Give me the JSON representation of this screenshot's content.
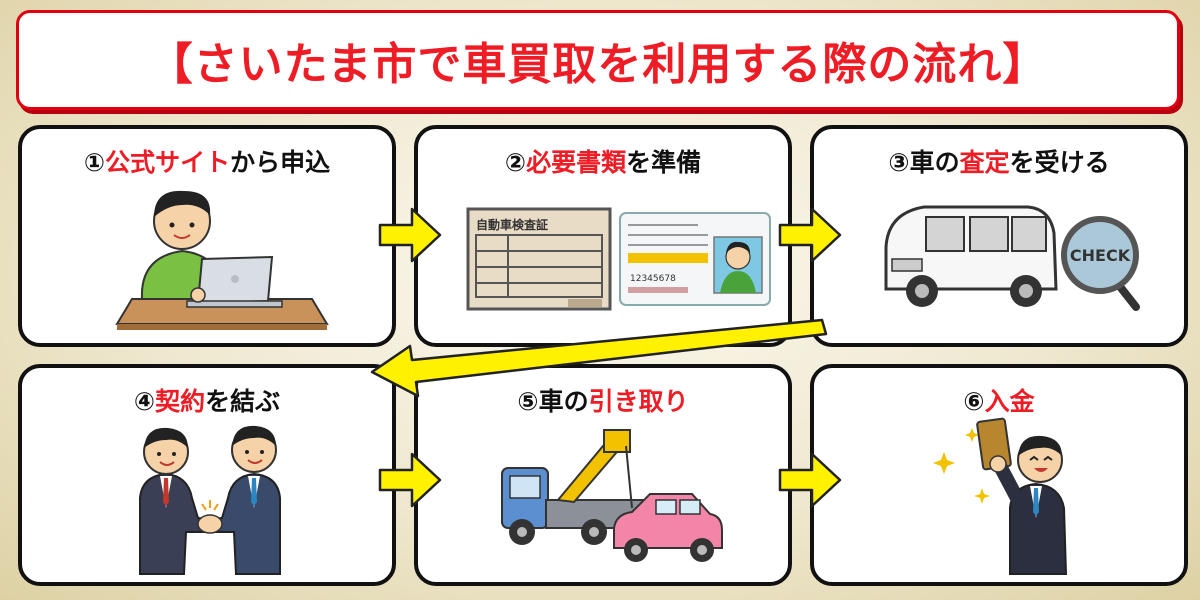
{
  "title": "【さいたま市で車買取を利用する際の流れ】",
  "steps": [
    {
      "num": "①",
      "highlight": "公式サイト",
      "rest": "から申込"
    },
    {
      "num": "②",
      "highlight": "必要書類",
      "rest": "を準備",
      "doc_label": "自動車検査証",
      "license_number": "12345678"
    },
    {
      "num": "③",
      "pre": "車の",
      "highlight": "査定",
      "rest": "を受ける",
      "check_label": "CHECK"
    },
    {
      "num": "④",
      "highlight": "契約",
      "rest": "を結ぶ"
    },
    {
      "num": "⑤",
      "pre": "車の",
      "highlight": "引き取り",
      "rest": ""
    },
    {
      "num": "⑥",
      "highlight": "入金",
      "rest": ""
    }
  ],
  "colors": {
    "accent_red": "#ee1c25",
    "arrow_yellow": "#fff100",
    "border": "#111111"
  }
}
